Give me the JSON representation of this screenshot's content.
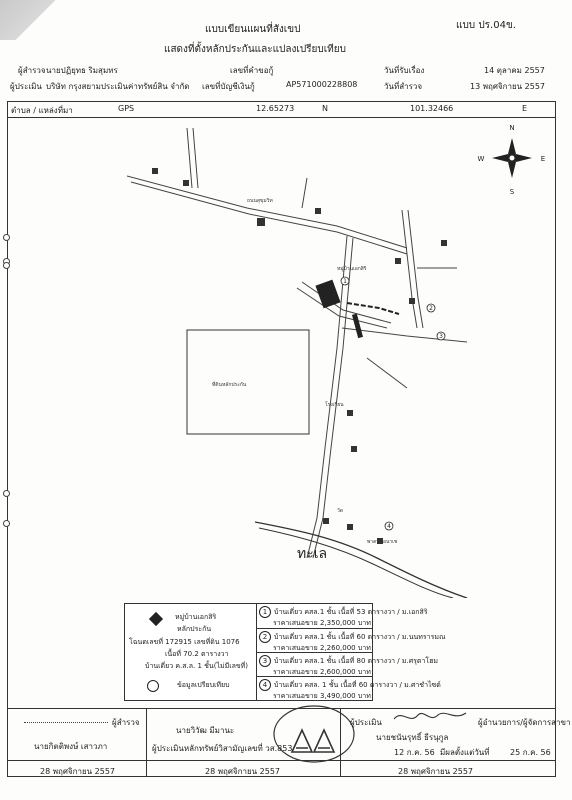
{
  "header": {
    "title": "แบบเขียนแผนที่สังเขป",
    "subtitle": "แสดงที่ตั้งหลักประกันและแปลงเปรียบเทียบ",
    "form_code": "แบบ ปร.04ข.",
    "surveyor_label": "ผู้สำรวจ",
    "surveyor_name": "นายปฏิยุทธ ริมสุมทร",
    "request_no_label": "เลขที่คำขอกู้",
    "received_date_label": "วันที่รับเรื่อง",
    "received_date": "14 ตุลาคม 2557",
    "appraiser_label": "ผู้ประเมิน",
    "appraiser_company": "บริษัท กรุงสยามประเมินค่าทรัพย์สิน จำกัด",
    "account_label": "เลขที่บัญชีเงินกู้",
    "account_no": "AP571000228808",
    "survey_date_label": "วันที่สำรวจ",
    "survey_date": "13 พฤศจิกายน 2557",
    "location_label": "ตำบล / แหล่งที่มา",
    "gps_label": "GPS",
    "latitude": "12.65273",
    "lat_dir": "N",
    "longitude": "101.32466",
    "lon_dir": "E"
  },
  "compass": {
    "n": "N",
    "s": "S",
    "e": "E",
    "w": "W"
  },
  "map": {
    "labels": [
      "หมู่บ้านเอกสิริ",
      "ถนนสุขุมวิท",
      "ที่ดินหลักประกัน",
      "โรงเรียน",
      "วัด",
      "พาดหม่อนาเช",
      "ทะเล"
    ],
    "markers": [
      "1",
      "2",
      "3",
      "4"
    ]
  },
  "legend": {
    "collateral_title": "หมู่บ้านเอกสิริ",
    "collateral_sub": "หลักประกัน",
    "deed": "โฉนดเลขที่ 172915 เลขที่ดิน 1076",
    "area": "เนื้อที่ 70.2 ตารางวา",
    "building": "บ้านเดี่ยว ค.ส.ล. 1 ชั้น(ไม่มีเลขที่)",
    "compare_label": "ข้อมูลเปรียบเทียบ",
    "comparables": [
      {
        "no": "1",
        "desc": "บ้านเดี่ยว คสล.1 ชั้น เนื้อที่ 53 ตารางวา / ม.เอกสิริ",
        "price": "ราคาเสนอขาย 2,350,000 บาท"
      },
      {
        "no": "2",
        "desc": "บ้านเดี่ยว คสล.1 ชั้น เนื้อที่ 60 ตารางวา / ม.นนทรารมณ",
        "price": "ราคาเสนอขาย 2,260,000 บาท"
      },
      {
        "no": "3",
        "desc": "บ้านเดี่ยว คสล.1 ชั้น เนื้อที่ 80 ตารางวา / ม.ศรุตาโฮม",
        "price": "ราคาเสนอขาย 2,600,000 บาท"
      },
      {
        "no": "4",
        "desc": "บ้านเดี่ยว คสล. 1 ชั้น เนื้อที่ 60 ตารางวา / ม.ศาชำไซด์",
        "price": "ราคาเสนอขาย 3,490,000 บาท"
      }
    ]
  },
  "signatures": {
    "surveyor_role": "ผู้สำรวจ",
    "surveyor_name": "นายกิตติพงษ์ เสาวภา",
    "surveyor_date": "28 พฤศจิกายน 2557",
    "appraiser_name": "นายวิวัฒ มีมานะ",
    "appraiser_role": "ผู้ประเมินหลักทรัพย์วิสามัญเลขที่ วส.853",
    "appraiser_date": "28 พฤศจิกายน 2557",
    "approver_prefix": "ผู้ประเมิน",
    "approver_role": "ผู้อำนวยการ/ผู้จัดการสาขา",
    "approver_name": "นายชนันรุทธิ์ ธีรนุกูล",
    "approver_dateline": "12 ก.ค. 56",
    "approver_valid": "มีผลตั้งแต่วันที่",
    "approver_valid_date": "25 ก.ค. 56",
    "approver_date": "28 พฤศจิกายน 2557"
  }
}
